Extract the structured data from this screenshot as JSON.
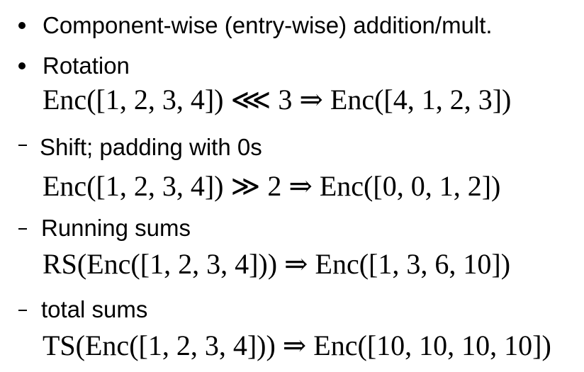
{
  "items": [
    {
      "marker": "bullet",
      "text": "Component-wise (entry-wise) addition/mult."
    },
    {
      "marker": "bullet",
      "text": "Rotation",
      "formula": "Enc([1, 2, 3, 4]) ⋘ 3 ⇒ Enc([4, 1, 2, 3])"
    },
    {
      "marker": "dash",
      "text": "Shift; padding with 0s",
      "formula": "Enc([1, 2, 3, 4]) ≫ 2 ⇒ Enc([0, 0, 1, 2])"
    },
    {
      "marker": "dash",
      "text": "Running sums",
      "formula": "RS(Enc([1, 2, 3, 4])) ⇒ Enc([1, 3, 6, 10])"
    },
    {
      "marker": "dash",
      "text": "total sums",
      "formula": "TS(Enc([1, 2, 3, 4])) ⇒ Enc([10, 10, 10, 10])"
    }
  ]
}
